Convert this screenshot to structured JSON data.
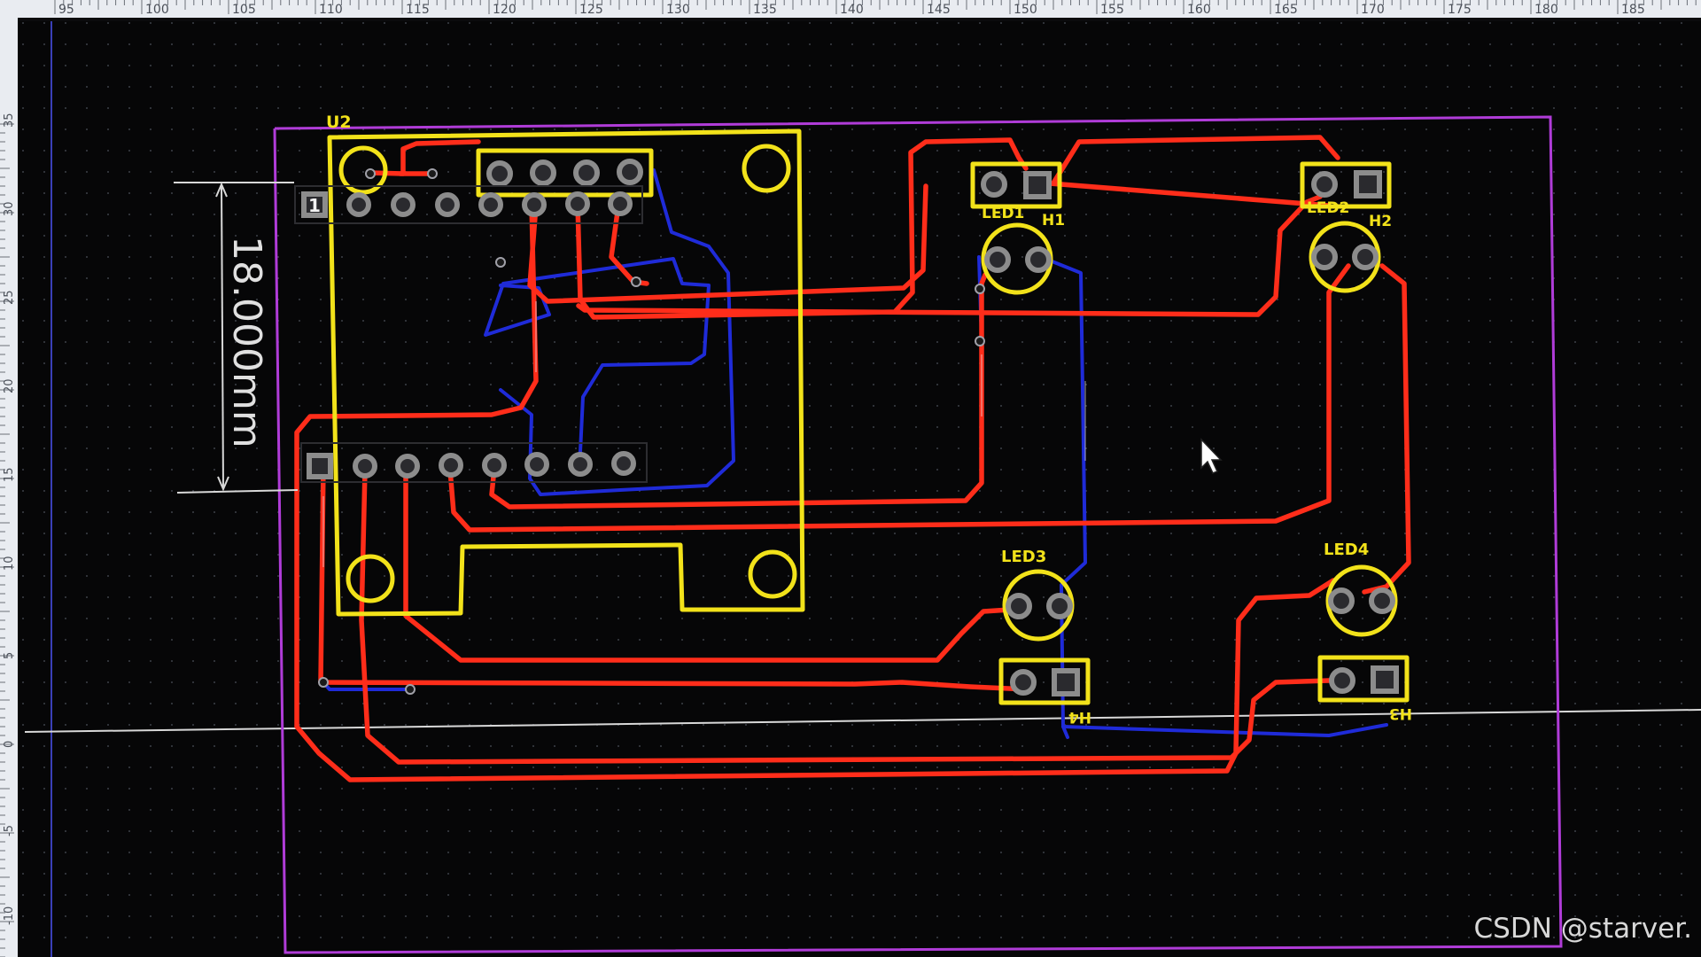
{
  "ruler": {
    "top_ticks": [
      "95",
      "100",
      "105",
      "110",
      "115",
      "120",
      "125",
      "130",
      "135",
      "140",
      "145",
      "150",
      "155",
      "160",
      "165",
      "170",
      "175",
      "180",
      "185"
    ],
    "left_ticks": [
      "35",
      "30",
      "25",
      "20",
      "15",
      "10",
      "5",
      "0",
      "-5",
      "-10"
    ]
  },
  "dimension": {
    "label": "18.000mm"
  },
  "components": {
    "u2": "U2",
    "pin1": "1",
    "led1": "LED1",
    "led2": "LED2",
    "led3": "LED3",
    "led4": "LED4",
    "h1": "H1",
    "h2": "H2",
    "h3": "H3",
    "h4": "H4"
  },
  "watermark": "CSDN @starver.",
  "colors": {
    "board_bg": "#060607",
    "ruler_bg": "#e9ecf1",
    "front_copper": "#ff2d1a",
    "back_copper": "#1f2bd8",
    "silkscreen": "#f2e21a",
    "edge_cuts": "#b03cd8",
    "pad": "#8c8c8c"
  }
}
